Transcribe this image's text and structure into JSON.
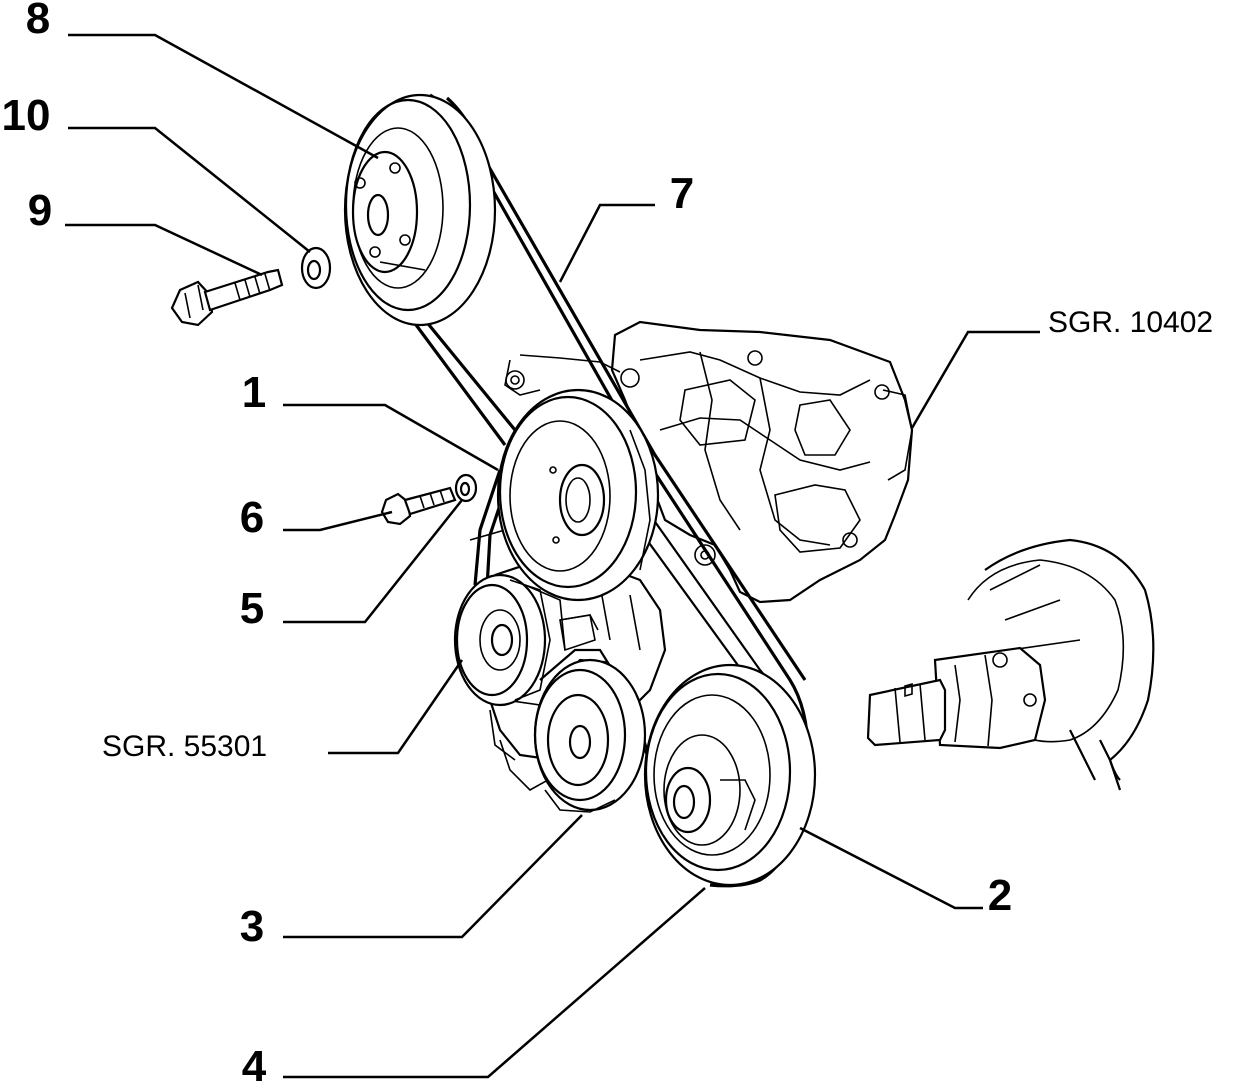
{
  "callouts": {
    "c1": "1",
    "c2": "2",
    "c3": "3",
    "c4": "4",
    "c5": "5",
    "c6": "6",
    "c7": "7",
    "c8": "8",
    "c9": "9",
    "c10": "10"
  },
  "references": {
    "water_pump_group": "SGR. 10402",
    "alternator_group": "SGR. 55301"
  }
}
